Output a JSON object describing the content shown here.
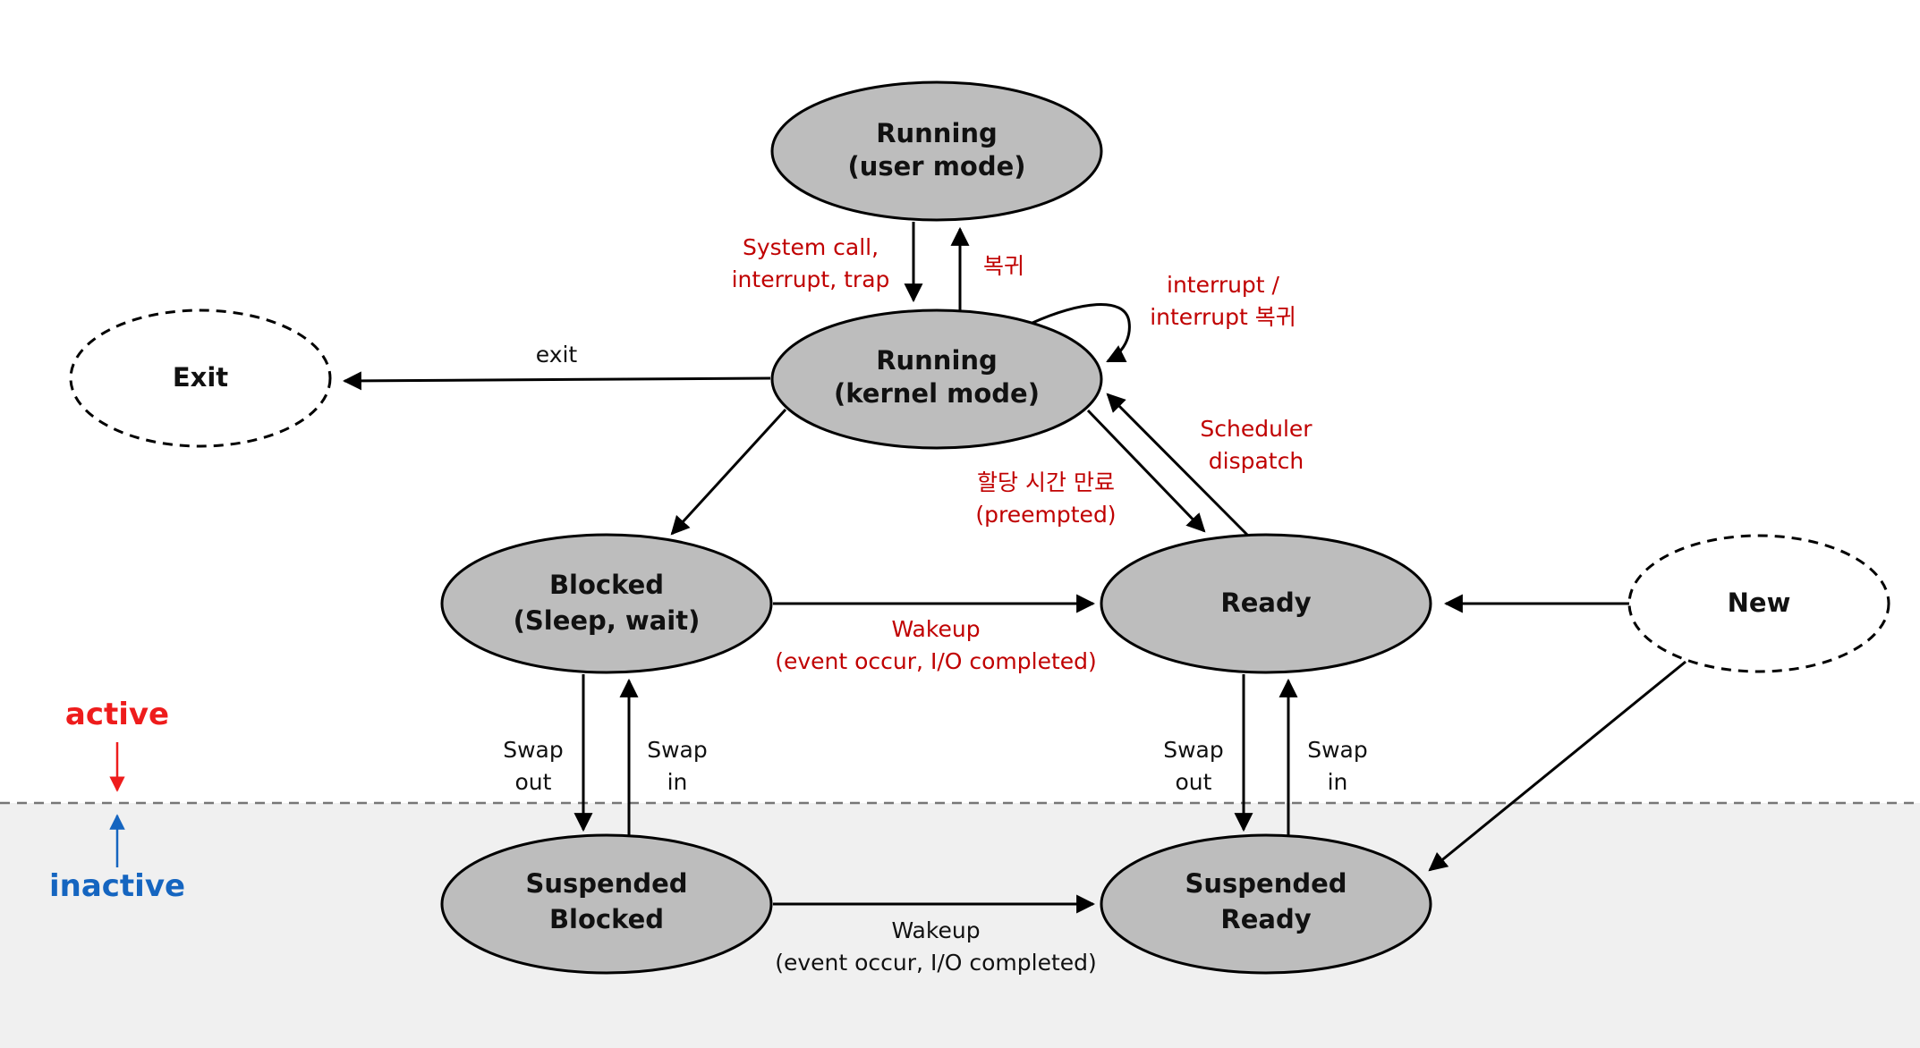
{
  "nodes": {
    "running_user": {
      "line1": "Running",
      "line2": "(user mode)"
    },
    "running_kernel": {
      "line1": "Running",
      "line2": "(kernel mode)"
    },
    "exit": {
      "label": "Exit"
    },
    "blocked": {
      "line1": "Blocked",
      "line2": "(Sleep, wait)"
    },
    "ready": {
      "label": "Ready"
    },
    "new": {
      "label": "New"
    },
    "suspended_blocked": {
      "line1": "Suspended",
      "line2": "Blocked"
    },
    "suspended_ready": {
      "line1": "Suspended",
      "line2": "Ready"
    }
  },
  "edges": {
    "syscall": {
      "line1": "System call,",
      "line2": "interrupt, trap"
    },
    "return": {
      "label": "복귀"
    },
    "interrupt_return": {
      "line1": "interrupt /",
      "line2": "interrupt 복귀"
    },
    "exit": {
      "label": "exit"
    },
    "scheduler": {
      "line1": "Scheduler",
      "line2": "dispatch"
    },
    "preempted": {
      "line1": "할당 시간 만료",
      "line2": "(preempted)"
    },
    "wakeup_active": {
      "line1": "Wakeup",
      "line2": "(event occur, I/O completed)"
    },
    "swap_out_left": {
      "line1": "Swap",
      "line2": "out"
    },
    "swap_in_left": {
      "line1": "Swap",
      "line2": "in"
    },
    "swap_out_right": {
      "line1": "Swap",
      "line2": "out"
    },
    "swap_in_right": {
      "line1": "Swap",
      "line2": "in"
    },
    "wakeup_inactive": {
      "line1": "Wakeup",
      "line2": "(event occur, I/O completed)"
    }
  },
  "zones": {
    "active": "active",
    "inactive": "inactive"
  },
  "colors": {
    "node_fill": "#bdbdbd",
    "inactive_background": "#f0f0f0",
    "label_red": "#c00000",
    "active_red": "#ee1c1c",
    "inactive_blue": "#1565c0"
  }
}
